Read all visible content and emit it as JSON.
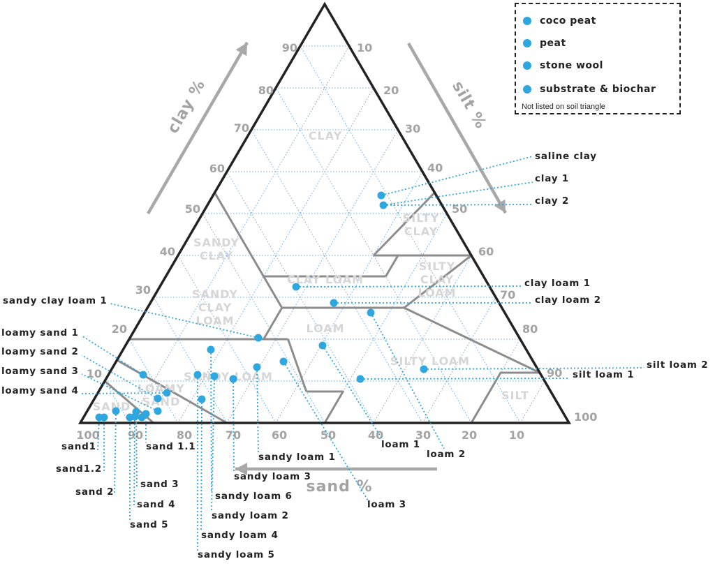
{
  "legend": {
    "items": [
      {
        "label": "coco peat",
        "color": "#2ea6df"
      },
      {
        "label": "peat",
        "color": "#2ea6df"
      },
      {
        "label": "stone wool",
        "color": "#2ea6df"
      },
      {
        "label": "substrate & biochar",
        "color": "#2ea6df"
      }
    ],
    "note": "Not listed on soil triangle"
  },
  "axes": {
    "clay": {
      "title": "clay %",
      "ticks": [
        "10",
        "20",
        "30",
        "40",
        "50",
        "60",
        "70",
        "80",
        "90"
      ]
    },
    "silt": {
      "title": "silt %",
      "ticks": [
        "10",
        "20",
        "30",
        "40",
        "50",
        "60",
        "70",
        "80",
        "90",
        "100"
      ]
    },
    "sand": {
      "title": "sand %",
      "ticks": [
        "100",
        "90",
        "80",
        "70",
        "60",
        "50",
        "40",
        "30",
        "20",
        "10"
      ]
    }
  },
  "regions": [
    {
      "name": "CLAY",
      "lines": [
        "CLAY"
      ]
    },
    {
      "name": "SILTY CLAY",
      "lines": [
        "SILTY",
        "CLAY"
      ]
    },
    {
      "name": "SANDY CLAY",
      "lines": [
        "SANDY",
        "CLAY"
      ]
    },
    {
      "name": "CLAY LOAM",
      "lines": [
        "CLAY LOAM"
      ]
    },
    {
      "name": "SILTY CLAY LOAM",
      "lines": [
        "SILTY",
        "CLAY",
        "LOAM"
      ]
    },
    {
      "name": "SANDY CLAY LOAM",
      "lines": [
        "SANDY",
        "CLAY",
        "LOAM"
      ]
    },
    {
      "name": "LOAM",
      "lines": [
        "LOAM"
      ]
    },
    {
      "name": "SILTY LOAM",
      "lines": [
        "SILTY LOAM"
      ]
    },
    {
      "name": "SANDY LOAM",
      "lines": [
        "SANDY LOAM"
      ]
    },
    {
      "name": "LOAMY SAND",
      "lines": [
        "LOAMY",
        "SAND"
      ]
    },
    {
      "name": "SAND",
      "lines": [
        "SAND"
      ]
    },
    {
      "name": "SILT",
      "lines": [
        "SILT"
      ]
    }
  ],
  "samples": [
    {
      "label": "saline clay",
      "type": "coco peat"
    },
    {
      "label": "clay 1",
      "type": "coco peat"
    },
    {
      "label": "clay 2",
      "type": "coco peat"
    },
    {
      "label": "clay loam 1",
      "type": "coco peat"
    },
    {
      "label": "clay loam 2",
      "type": "coco peat"
    },
    {
      "label": "sandy clay loam 1",
      "type": "coco peat"
    },
    {
      "label": "silt loam 2",
      "type": "coco peat"
    },
    {
      "label": "silt loam 1",
      "type": "coco peat"
    },
    {
      "label": "loam 1",
      "type": "coco peat"
    },
    {
      "label": "loam 2",
      "type": "coco peat"
    },
    {
      "label": "loam 3",
      "type": "coco peat"
    },
    {
      "label": "loamy sand 1",
      "type": "coco peat"
    },
    {
      "label": "loamy sand 2",
      "type": "coco peat"
    },
    {
      "label": "loamy sand 3",
      "type": "coco peat"
    },
    {
      "label": "loamy sand 4",
      "type": "coco peat"
    },
    {
      "label": "sandy loam 1",
      "type": "coco peat"
    },
    {
      "label": "sandy loam 3",
      "type": "coco peat"
    },
    {
      "label": "sandy loam 6",
      "type": "coco peat"
    },
    {
      "label": "sandy loam 2",
      "type": "coco peat"
    },
    {
      "label": "sandy loam 4",
      "type": "coco peat"
    },
    {
      "label": "sandy loam 5",
      "type": "coco peat"
    },
    {
      "label": "sand1",
      "type": "coco peat"
    },
    {
      "label": "sand1.2",
      "type": "coco peat"
    },
    {
      "label": "sand 2",
      "type": "coco peat"
    },
    {
      "label": "sand 1.1",
      "type": "coco peat"
    },
    {
      "label": "sand 3",
      "type": "coco peat"
    },
    {
      "label": "sand 4",
      "type": "coco peat"
    },
    {
      "label": "sand 5",
      "type": "coco peat"
    }
  ],
  "colors": {
    "point": "#2ea6df",
    "leader": "#2ea6df",
    "grid": "#6ca8e8",
    "boundary": "#8c8c8c",
    "frame": "#222222",
    "axis_text": "#a3a3a3",
    "region_text": "#d6d6d6",
    "label_text": "#222222"
  }
}
